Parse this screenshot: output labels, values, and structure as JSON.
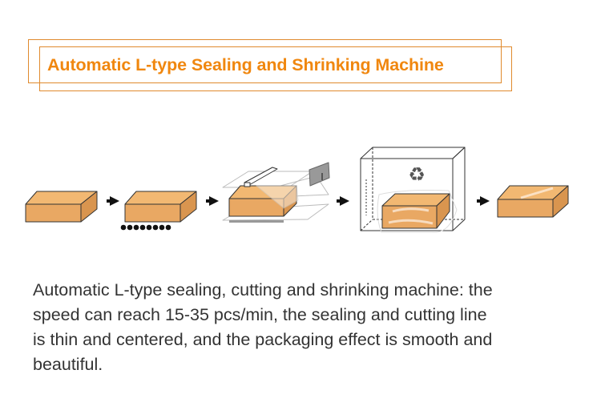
{
  "title": "Automatic L-type Sealing and Shrinking Machine",
  "colors": {
    "accent": "#f0870f",
    "box_front": "#e9a863",
    "box_top": "#f2b872",
    "box_side": "#d9954f"
  },
  "steps": [
    {
      "name": "carton",
      "icon": "box-icon"
    },
    {
      "name": "conveyor",
      "icon": "box-on-rollers-icon"
    },
    {
      "name": "l-seal-cut",
      "icon": "sealing-bar-icon"
    },
    {
      "name": "shrink-tunnel",
      "icon": "recycle-icon"
    },
    {
      "name": "finished",
      "icon": "wrapped-box-icon"
    }
  ],
  "description": {
    "lines": [
      "Automatic L-type sealing, cutting and shrinking machine: the",
      "speed can reach 15-35 pcs/min, the sealing and cutting line",
      "is thin and centered, and the packaging effect is smooth and",
      "beautiful."
    ]
  }
}
